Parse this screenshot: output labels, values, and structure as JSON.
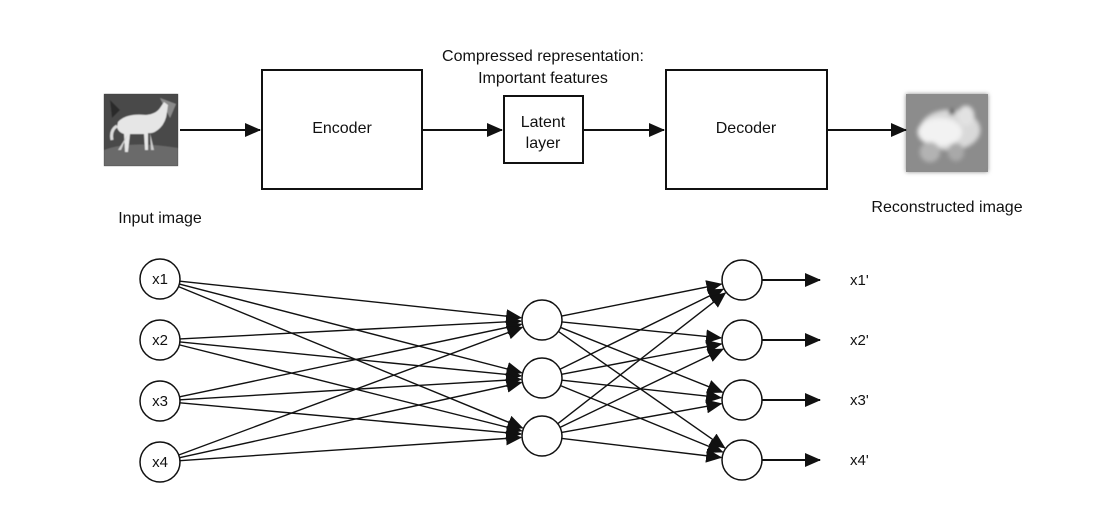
{
  "pipeline": {
    "input_label": "Input image",
    "encoder_label": "Encoder",
    "compressed_line1": "Compressed representation:",
    "compressed_line2": "Important features",
    "latent_line1": "Latent",
    "latent_line2": "layer",
    "decoder_label": "Decoder",
    "output_label": "Reconstructed image"
  },
  "network": {
    "inputs": [
      "x1",
      "x2",
      "x3",
      "x4"
    ],
    "outputs": [
      "x1'",
      "x2'",
      "x3'",
      "x4'"
    ],
    "hidden_count": 3
  }
}
